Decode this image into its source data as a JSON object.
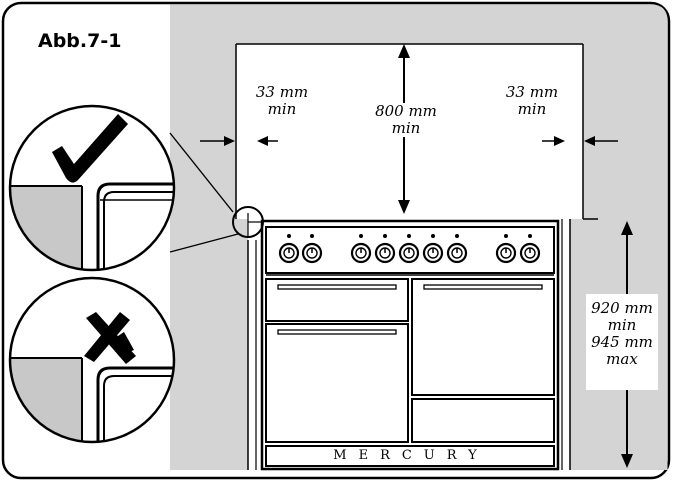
{
  "figure_label": "Abb.7-1",
  "brand": "MERCURY",
  "dimensions": {
    "side_left": [
      "33 mm",
      "min"
    ],
    "top_gap": [
      "800 mm",
      "min"
    ],
    "side_right": [
      "33 mm",
      "min"
    ],
    "height": [
      "920 mm",
      "min",
      "945 mm",
      "max"
    ]
  },
  "marks": {
    "correct": "check-mark-icon",
    "incorrect": "cross-mark-icon"
  },
  "colors": {
    "wall": "#d4d4d4",
    "outline": "#000000",
    "background": "#ffffff"
  }
}
